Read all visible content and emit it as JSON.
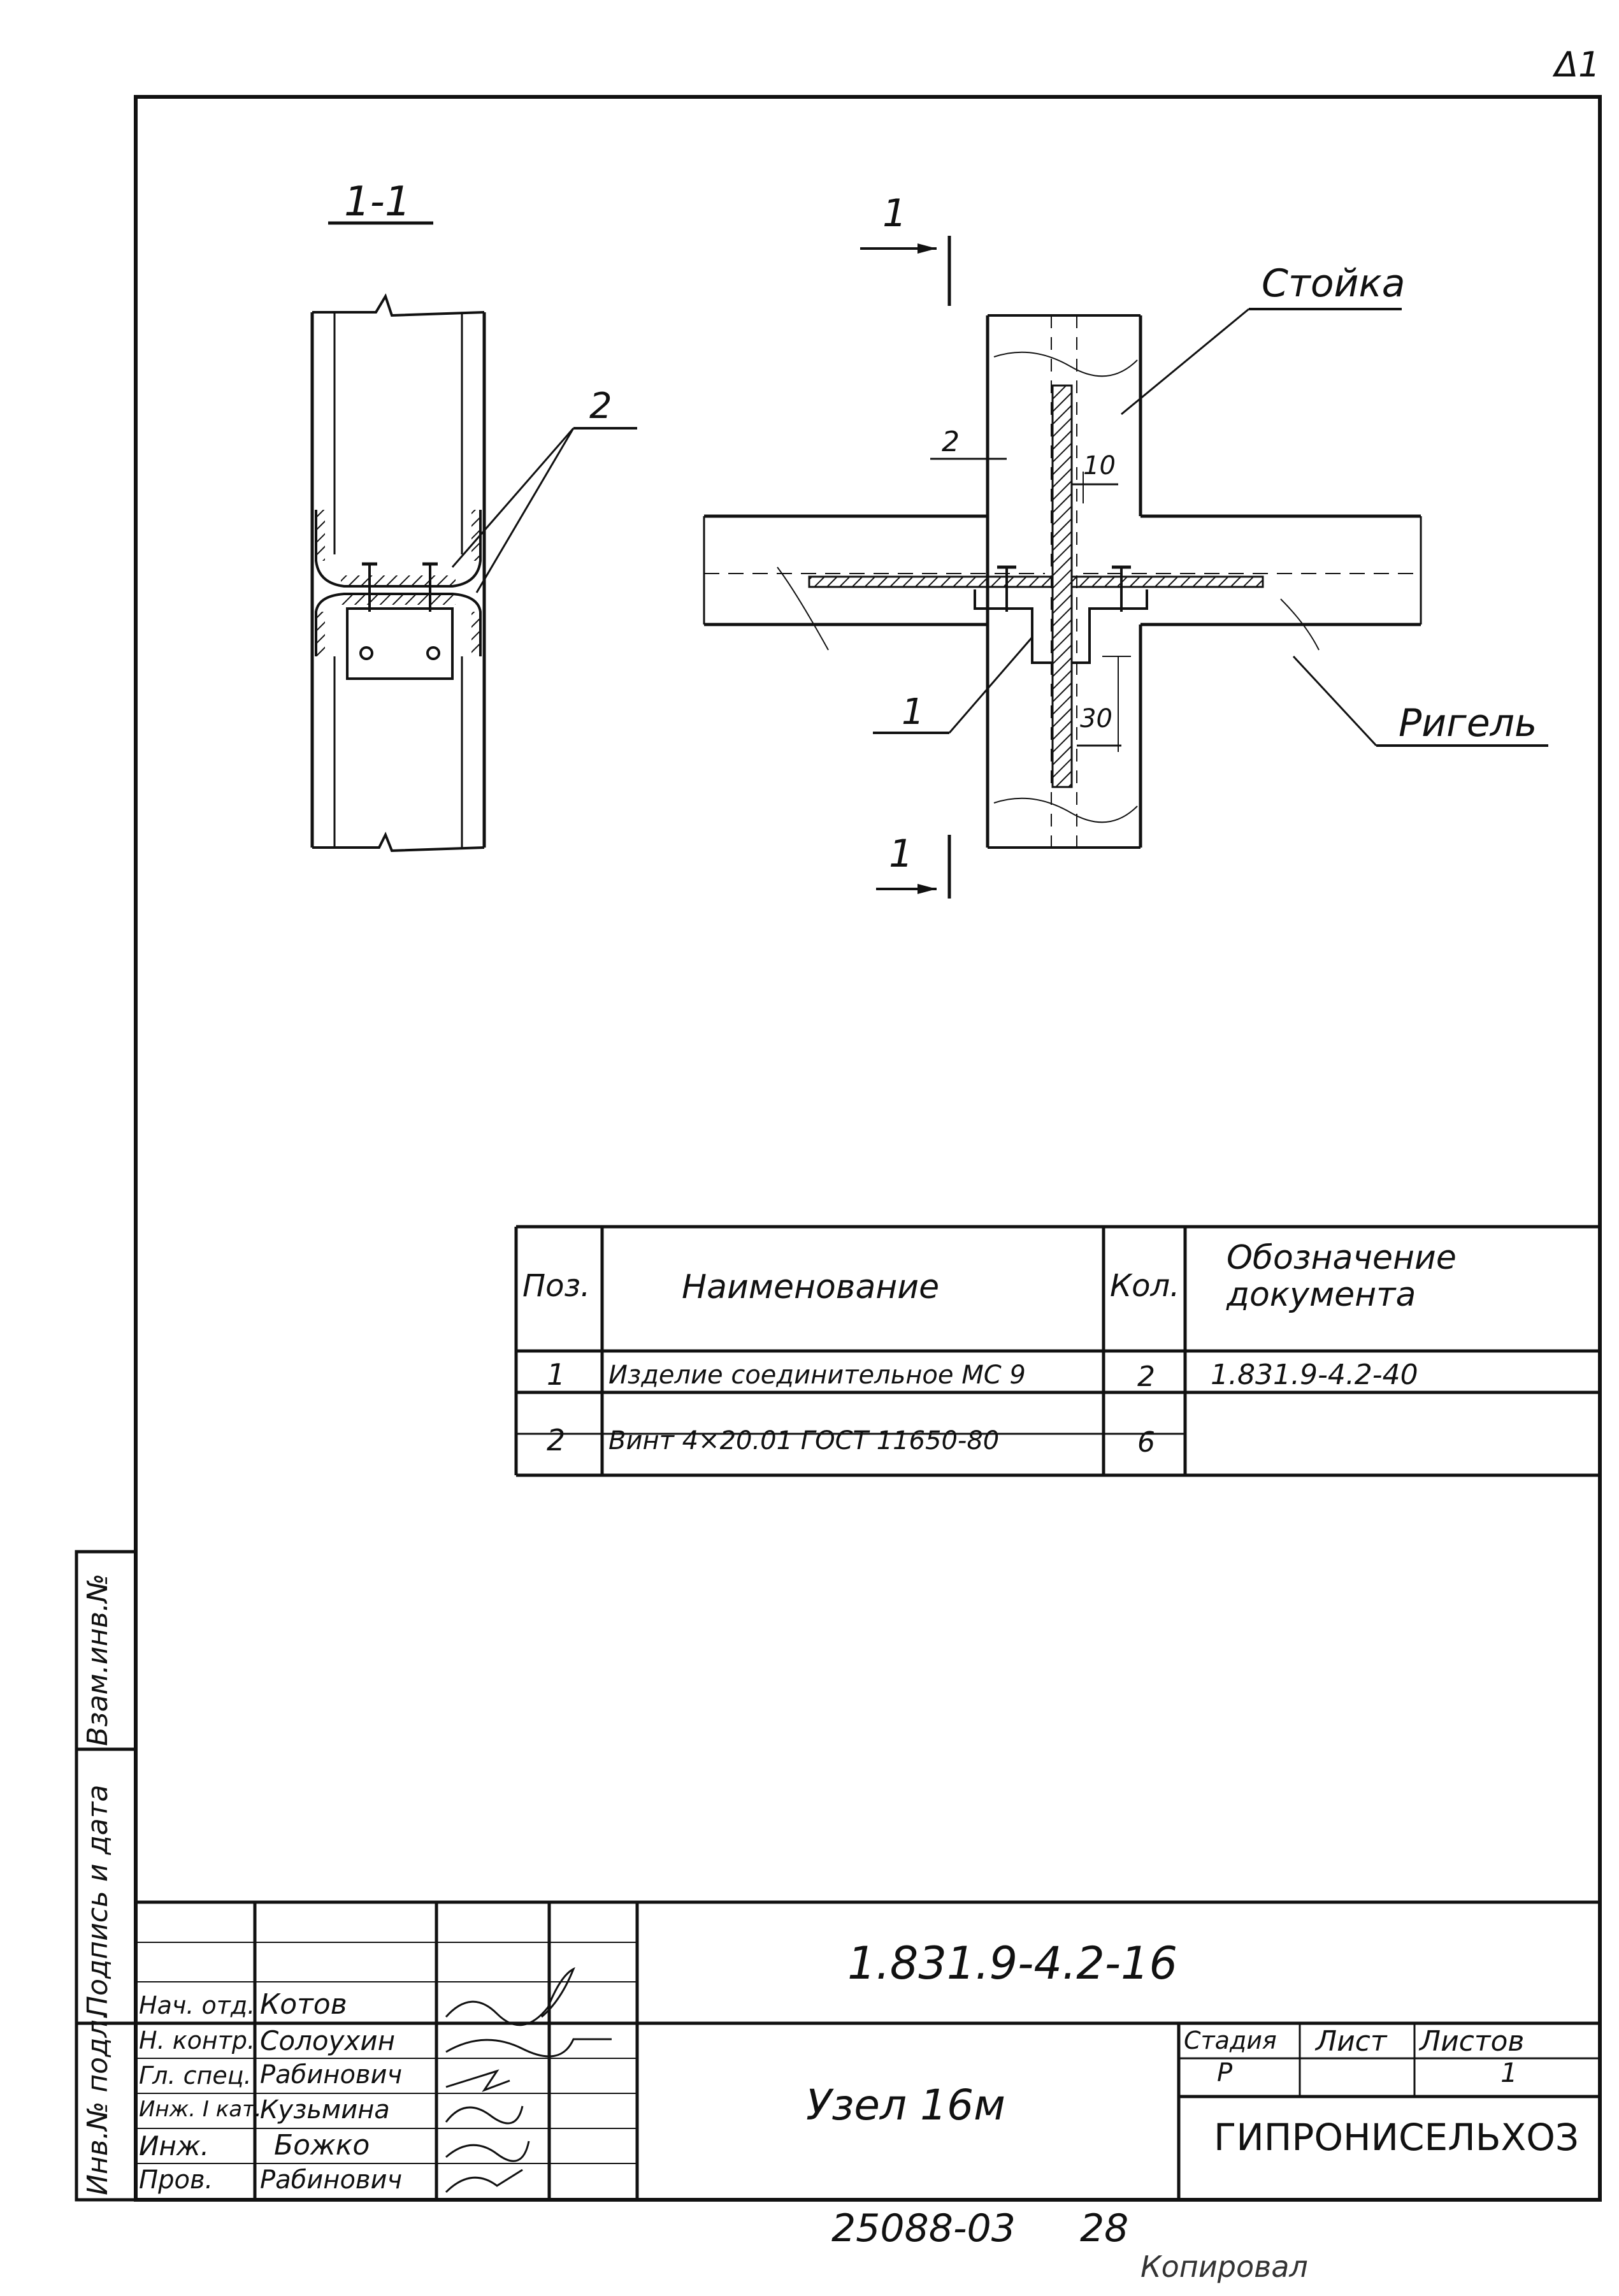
{
  "corner_mark": "Δ1",
  "section_title": "1-1",
  "section_callout": "2",
  "cut_marks": {
    "top": "1",
    "bottom": "1"
  },
  "main_view": {
    "label_column": "Стойка",
    "label_beam": "Ригель",
    "callout_pos1": "1",
    "dim_2": "2",
    "dim_10": "10",
    "dim_30": "30"
  },
  "spec_table": {
    "headers": {
      "pos": "Поз.",
      "name": "Наименование",
      "qty": "Кол.",
      "doc": "Обозначение документа"
    },
    "rows": [
      {
        "pos": "1",
        "name": "Изделие соединительное МС 9",
        "qty": "2",
        "doc": "1.831.9-4.2-40"
      },
      {
        "pos": "2",
        "name": "Винт 4×20.01 ГОСТ 11650-80",
        "qty": "6",
        "doc": ""
      }
    ]
  },
  "left_margin": {
    "field1": "Инв.№ подл.",
    "field2": "Подпись и дата",
    "field3": "Взам.инв.№"
  },
  "title_block": {
    "doc_code": "1.831.9-4.2-16",
    "title": "Узел 16м",
    "organization": "ГИПРОНИСЕЛЬХОЗ",
    "stage_label": "Стадия",
    "stage_value": "Р",
    "sheet_label": "Лист",
    "sheets_label": "Листов",
    "sheets_value": "1",
    "staff": [
      {
        "role": "Нач. отд.",
        "name": "Котов"
      },
      {
        "role": "Н. контр.",
        "name": "Солоухин"
      },
      {
        "role": "Гл. спец.",
        "name": "Рабинович"
      },
      {
        "role": "Инж. I кат.",
        "name": "Кузьмина"
      },
      {
        "role": "Инж.",
        "name": "Божко"
      },
      {
        "role": "Пров.",
        "name": "Рабинович"
      }
    ]
  },
  "footer": {
    "archive_no": "25088-03",
    "page_no": "28",
    "copied": "Копировал"
  }
}
